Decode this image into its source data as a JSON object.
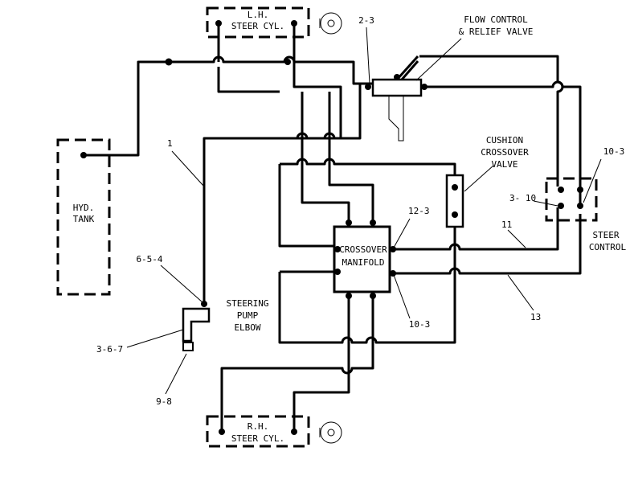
{
  "components": {
    "lh_steer_cyl": [
      "L.H.",
      "STEER CYL."
    ],
    "rh_steer_cyl": [
      "R.H.",
      "STEER CYL."
    ],
    "hyd_tank": [
      "HYD.",
      "TANK"
    ],
    "flow_control": [
      "FLOW CONTROL",
      "& RELIEF VALVE"
    ],
    "cushion_valve": [
      "CUSHION",
      "CROSSOVER",
      "VALVE"
    ],
    "crossover_manifold": [
      "CROSSOVER",
      "MANIFOLD"
    ],
    "steer_control": [
      "STEER",
      "CONTROL"
    ],
    "steering_pump_elbow": [
      "STEERING",
      "PUMP",
      "ELBOW"
    ]
  },
  "callouts": {
    "c_2_3": "2-3",
    "c_1": "1",
    "c_6_5_4": "6-5-4",
    "c_3_6_7": "3-6-7",
    "c_9_8": "9-8",
    "c_12_3": "12-3",
    "c_10_3_manifold": "10-3",
    "c_10_3_control": "10-3",
    "c_3_10": "3- 10",
    "c_11": "11",
    "c_13": "13"
  }
}
